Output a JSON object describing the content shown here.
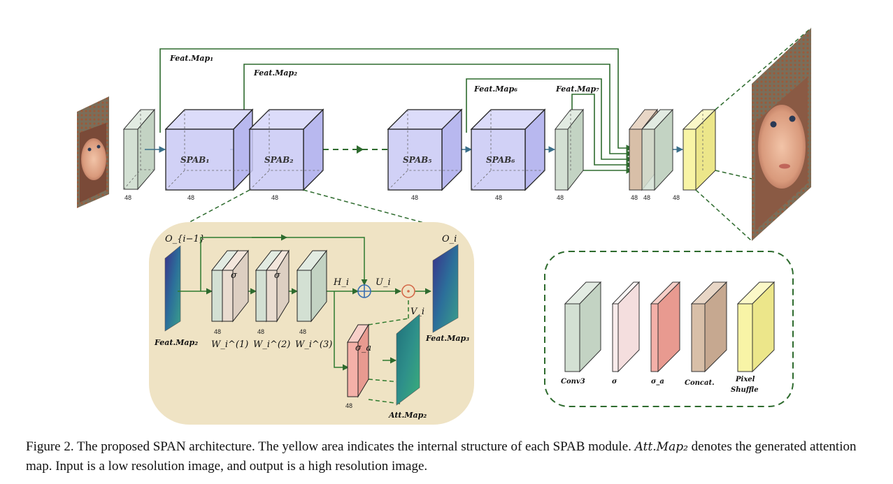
{
  "diagram": {
    "feat_map_1": "Feat.Map₁",
    "feat_map_2": "Feat.Map₂",
    "feat_map_6": "Feat.Map₆",
    "feat_map_7": "Feat.Map₇",
    "spab_1": "SPAB₁",
    "spab_2": "SPAB₂",
    "spab_5": "SPAB₅",
    "spab_6": "SPAB₆",
    "channels": "48",
    "colors": {
      "skip_line": "#2e6b2e",
      "spab_face": "#c9c9f5",
      "conv_face": "#d3e0d3",
      "concat_face": "#d8bfa8",
      "pixel_shuffle_face": "#f8f4a6",
      "sigma_a_face": "#f4b0a8",
      "sigma_face": "#fbecec",
      "spab_detail_bg": "#efe3c4"
    }
  },
  "spab_detail": {
    "o_prev": "O_{i−1}",
    "o_out": "O_i",
    "sigma_1": "σ",
    "sigma_2": "σ",
    "h_i": "H_i",
    "u_i": "U_i",
    "v_i": "V_i",
    "sigma_a": "σ_a",
    "w1": "W_i^(1)",
    "w2": "W_i^(2)",
    "w3": "W_i^(3)",
    "feat_map_2": "Feat.Map₂",
    "feat_map_3": "Feat.Map₃",
    "att_map_2": "Att.Map₂",
    "channels": "48"
  },
  "legend": {
    "conv3": "Conv3",
    "sigma": "σ",
    "sigma_a": "σ_a",
    "concat": "Concat.",
    "pixel_shuffle_1": "Pixel",
    "pixel_shuffle_2": "Shuffle"
  },
  "caption": {
    "prefix": "Figure 2. The proposed SPAN architecture. The yellow area indicates the internal structure of each SPAB module.",
    "math": "Att.Map₂",
    "suffix": "denotes the generated attention map. Input is a low resolution image, and output is a high resolution image."
  }
}
